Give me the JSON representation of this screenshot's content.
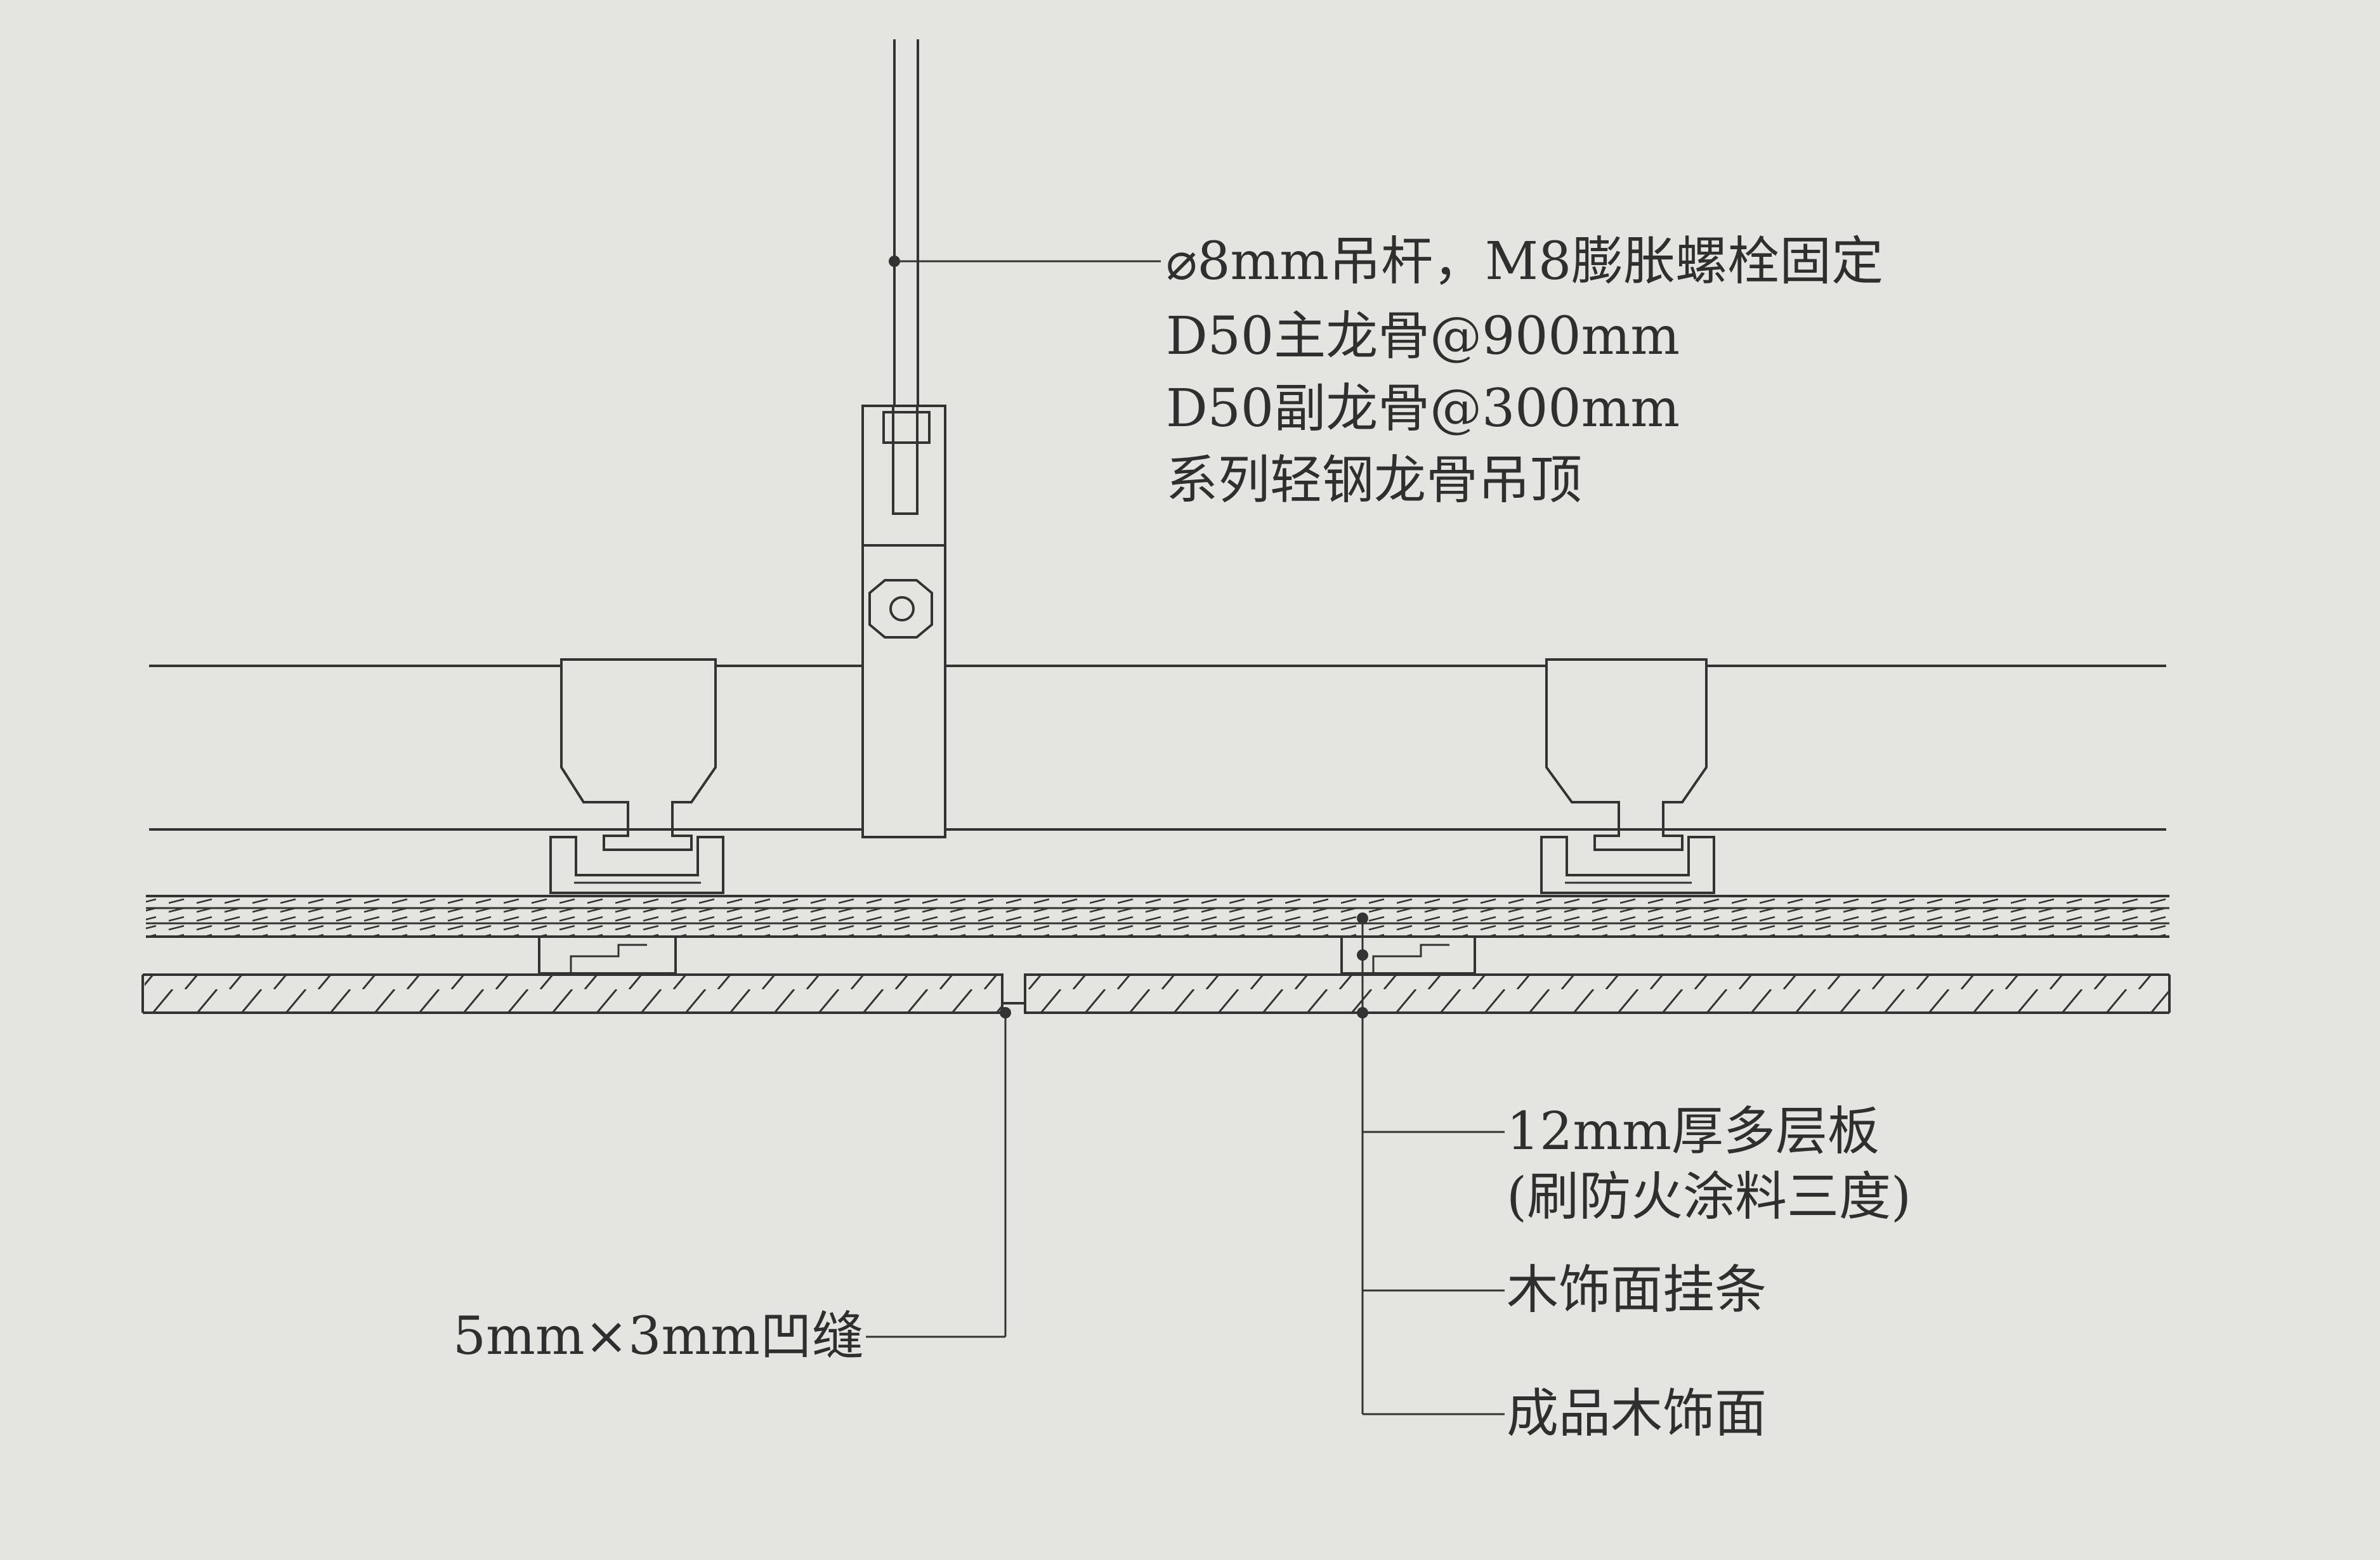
{
  "diagram": {
    "labels": {
      "rod": "⌀8mm吊杆，M8膨胀螺栓固定",
      "main_keel": "D50主龙骨@900mm",
      "sub_keel": "D50副龙骨@300mm",
      "ceiling_system": "系列轻钢龙骨吊顶",
      "plywood": "12mm厚多层板",
      "fireproof": "(刷防火涂料三度)",
      "hanging_strip": "木饰面挂条",
      "finish": "成品木饰面",
      "groove": "5mm×3mm凹缝"
    },
    "colors": {
      "paper": "#e4e4e0",
      "ink": "#333333"
    }
  }
}
